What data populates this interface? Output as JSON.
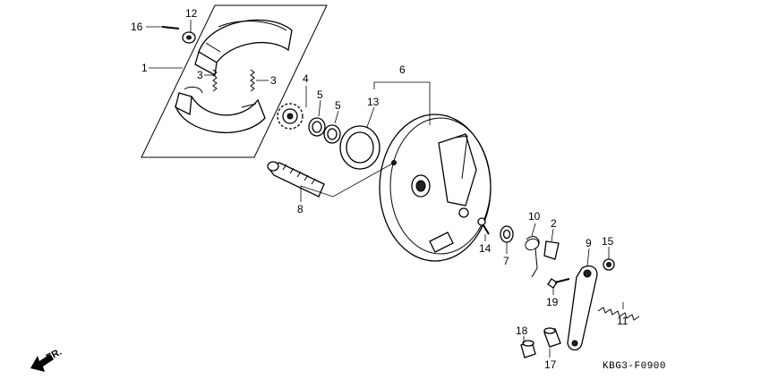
{
  "diagram_code": "KBG3-F0900",
  "direction_label": "FR.",
  "parts": [
    {
      "number": "1"
    },
    {
      "number": "2"
    },
    {
      "number": "3"
    },
    {
      "number": "3"
    },
    {
      "number": "4"
    },
    {
      "number": "5"
    },
    {
      "number": "5"
    },
    {
      "number": "6"
    },
    {
      "number": "7"
    },
    {
      "number": "8"
    },
    {
      "number": "9"
    },
    {
      "number": "10"
    },
    {
      "number": "11"
    },
    {
      "number": "12"
    },
    {
      "number": "13"
    },
    {
      "number": "14"
    },
    {
      "number": "15"
    },
    {
      "number": "16"
    },
    {
      "number": "17"
    },
    {
      "number": "18"
    },
    {
      "number": "19"
    }
  ]
}
